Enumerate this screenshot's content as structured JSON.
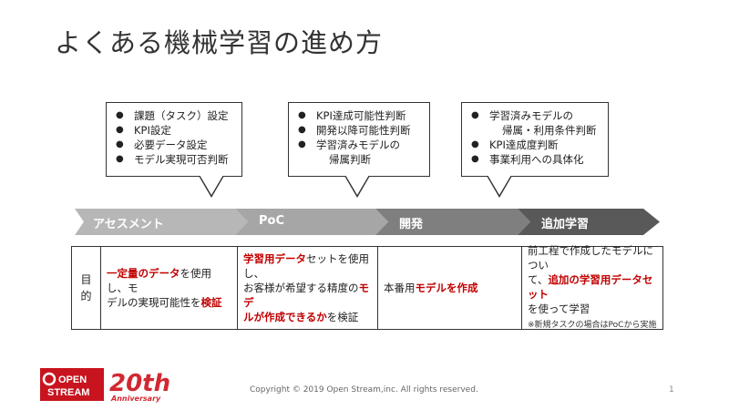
{
  "title": "よくある機械学習の進め方",
  "callouts": [
    {
      "items": [
        "課題（タスク）設定",
        "KPI設定",
        "必要データ設定",
        "モデル実現可否判断"
      ]
    },
    {
      "items": [
        "KPI達成可能性判断",
        "開発以降可能性判断",
        "学習済みモデルの",
        "帰属判断"
      ]
    },
    {
      "items": [
        "学習済みモデルの",
        "帰属・利用条件判断",
        "KPI達成度判断",
        "事業利用への具体化"
      ]
    }
  ],
  "phases": [
    "アセスメント",
    "PoC",
    "開発",
    "追加学習"
  ],
  "purpose": {
    "header": [
      "目",
      "的"
    ],
    "cells": [
      {
        "parts": [
          {
            "text": "一定量のデータ",
            "red": true
          },
          {
            "text": "を使用し、モ",
            "red": false
          },
          {
            "text": "デルの実現可能性を",
            "red": false
          },
          {
            "text": "検証",
            "red": true
          }
        ]
      },
      {
        "parts": [
          {
            "text": "学習用データ",
            "red": true
          },
          {
            "text": "セットを使用し、",
            "red": false
          },
          {
            "text": "お客様が希望する精度の",
            "red": false
          },
          {
            "text": "モデ",
            "red": true
          },
          {
            "text": "ルが作成できるか",
            "red": true
          },
          {
            "text": "を検証",
            "red": false
          }
        ]
      },
      {
        "parts": [
          {
            "text": "本番用",
            "red": false
          },
          {
            "text": "モデルを作成",
            "red": true
          }
        ]
      },
      {
        "parts": [
          {
            "text": "前工程で作成したモデルについ",
            "red": false
          },
          {
            "text": "て、",
            "red": false
          },
          {
            "text": "追加の学習用データセット",
            "red": true
          },
          {
            "text": "を使って学習",
            "red": false
          }
        ],
        "note": "※新規タスクの場合はPoCから実施"
      }
    ]
  },
  "footer": {
    "copyright": "Copyright © 2019 Open Stream,inc. All rights reserved.",
    "page": "1",
    "logo_top": "OPEN",
    "logo_bottom": "STREAM",
    "anniv_num": "20th",
    "anniv_word": "Anniversary"
  },
  "colors": {
    "accent_red": "#c00000",
    "phase1": "#b7b7b7",
    "phase2": "#a6a6a6",
    "phase3": "#7f7f7f",
    "phase4": "#595959"
  }
}
